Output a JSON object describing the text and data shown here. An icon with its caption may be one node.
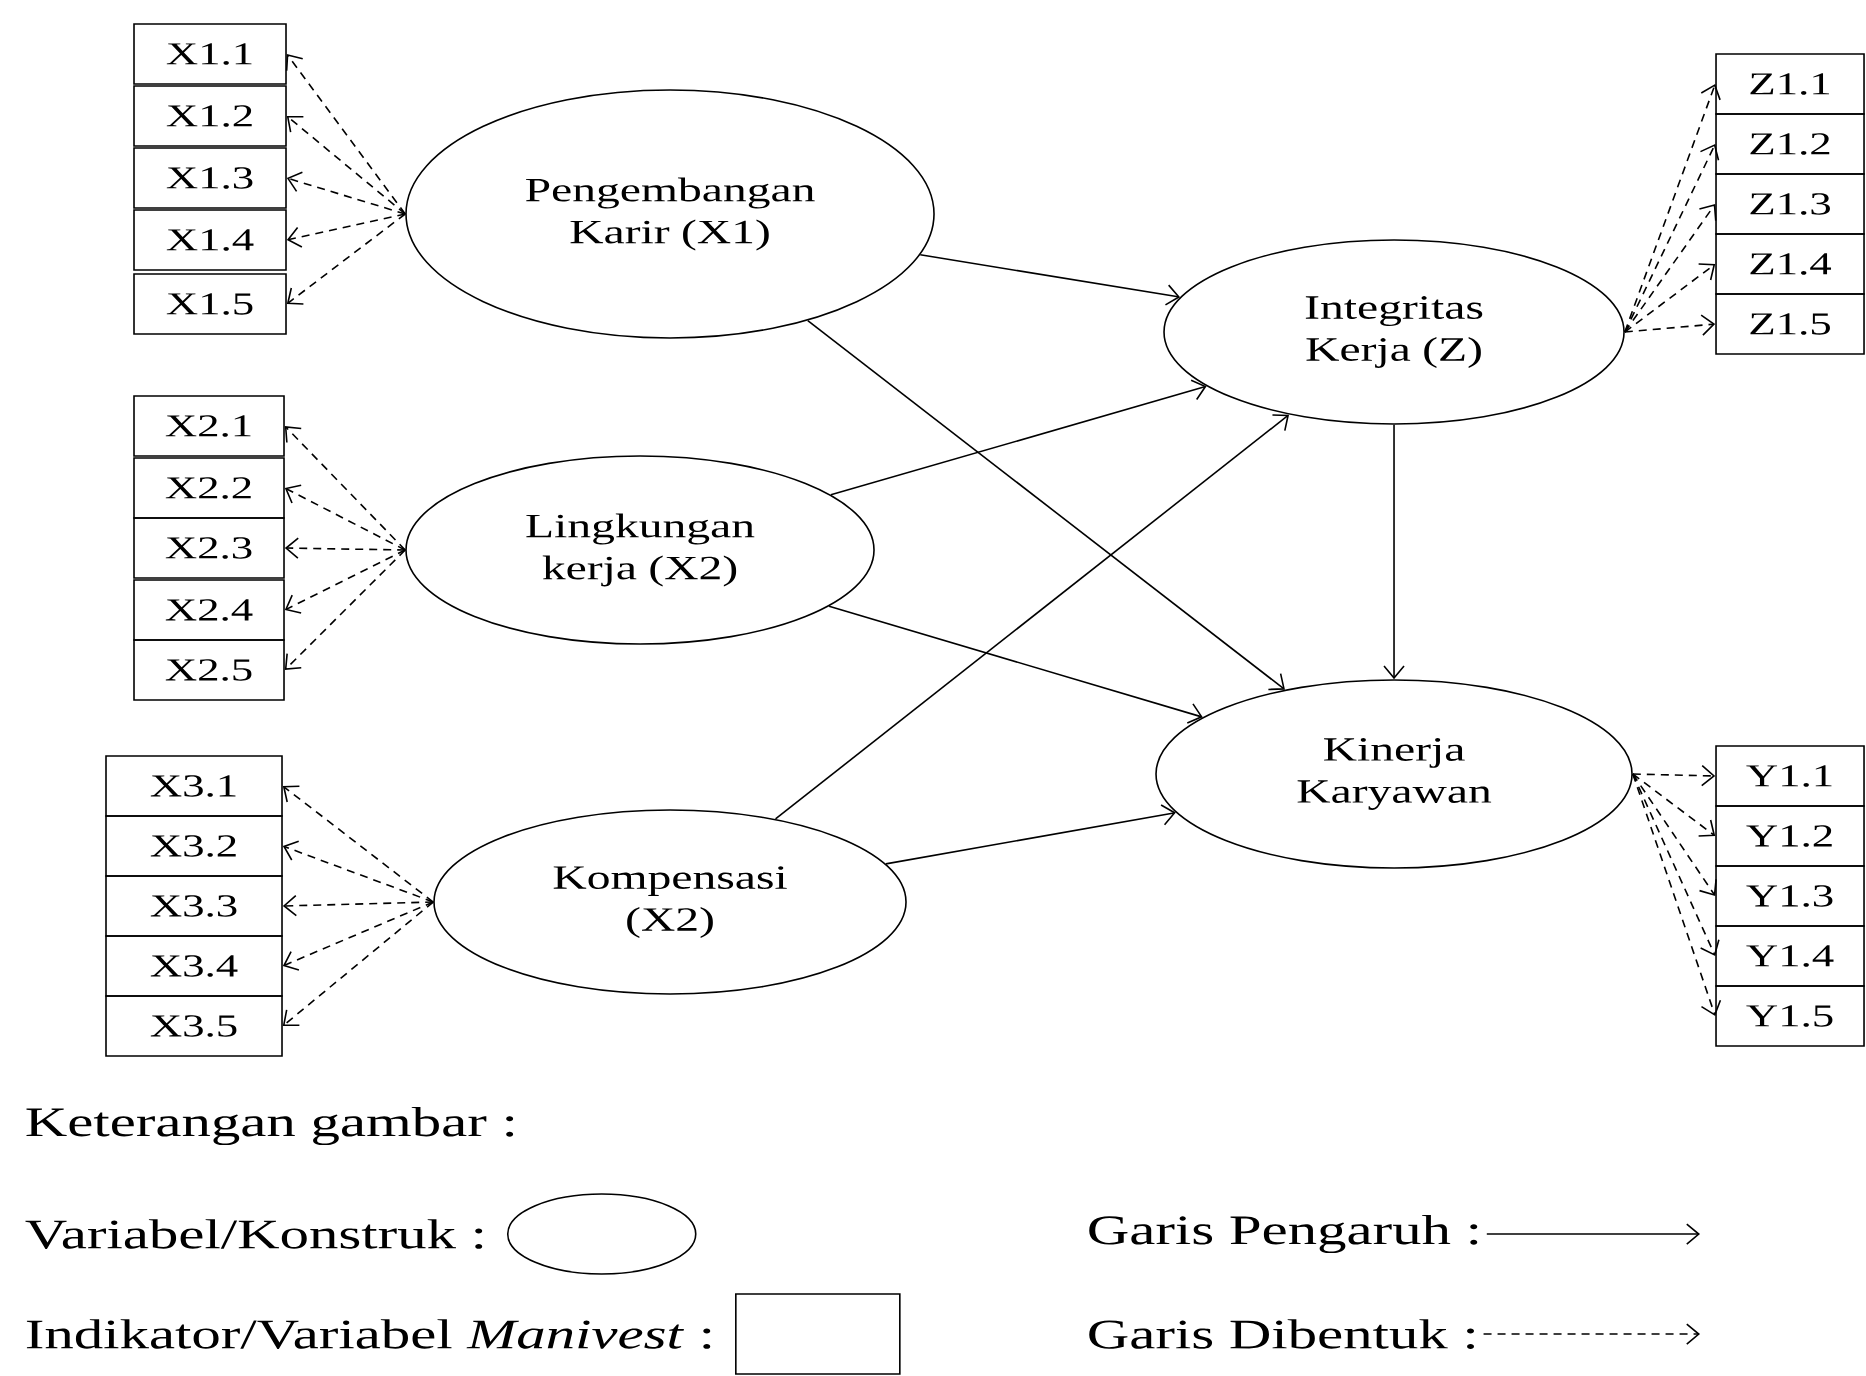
{
  "diagram": {
    "nodes": [
      {
        "text": [
          "Pengembangan Karir (X1)"
        ]
      },
      {
        "text": [
          "X1.1"
        ]
      },
      {
        "text": [
          "X1.2"
        ]
      },
      {
        "text": [
          "X1.3"
        ]
      },
      {
        "text": [
          "X1.4"
        ]
      },
      {
        "text": [
          "X1.5"
        ]
      },
      {
        "text": [
          "Lingkungan kerja (X2)"
        ]
      },
      {
        "text": [
          "X2.1"
        ]
      },
      {
        "text": [
          "X2.2"
        ]
      },
      {
        "text": [
          "X2.3"
        ]
      },
      {
        "text": [
          "X2.4"
        ]
      },
      {
        "text": [
          "X2.5"
        ]
      },
      {
        "text": [
          "Kompensasi (X2)"
        ]
      },
      {
        "text": [
          "X3.1"
        ]
      },
      {
        "text": [
          "X3.2"
        ]
      },
      {
        "text": [
          "X3.3"
        ]
      },
      {
        "text": [
          "X3.4"
        ]
      },
      {
        "text": [
          "X3.5"
        ]
      },
      {
        "text": [
          "Integritas Kerja (Z)"
        ]
      },
      {
        "text": [
          "Z1.1"
        ]
      },
      {
        "text": [
          "Z1.2"
        ]
      },
      {
        "text": [
          "Z1.3"
        ]
      },
      {
        "text": [
          "Z1.4"
        ]
      },
      {
        "text": [
          "Z1.5"
        ]
      },
      {
        "text": [
          "Kinerja Karyawan"
        ]
      },
      {
        "text": [
          "Y1.1"
        ]
      },
      {
        "text": [
          "Y1.2"
        ]
      },
      {
        "text": [
          "Y1.3"
        ]
      },
      {
        "text": [
          "Y1.4"
        ]
      },
      {
        "text": [
          "Y1.5"
        ]
      }
    ],
    "edges": [
      {
        "from": 0,
        "to": 1,
        "arrow": "to",
        "style": "dashed"
      },
      {
        "from": 0,
        "to": 2,
        "arrow": "to",
        "style": "dashed"
      },
      {
        "from": 0,
        "to": 3,
        "arrow": "to",
        "style": "dashed"
      },
      {
        "from": 0,
        "to": 4,
        "arrow": "to",
        "style": "dashed"
      },
      {
        "from": 0,
        "to": 5,
        "arrow": "to",
        "style": "dashed"
      },
      {
        "from": 6,
        "to": 7,
        "arrow": "to",
        "style": "dashed"
      },
      {
        "from": 6,
        "to": 8,
        "arrow": "to",
        "style": "dashed"
      },
      {
        "from": 6,
        "to": 9,
        "arrow": "to",
        "style": "dashed"
      },
      {
        "from": 6,
        "to": 10,
        "arrow": "to",
        "style": "dashed"
      },
      {
        "from": 6,
        "to": 11,
        "arrow": "to",
        "style": "dashed"
      },
      {
        "from": 12,
        "to": 13,
        "arrow": "to",
        "style": "dashed"
      },
      {
        "from": 12,
        "to": 14,
        "arrow": "to",
        "style": "dashed"
      },
      {
        "from": 12,
        "to": 15,
        "arrow": "to",
        "style": "dashed"
      },
      {
        "from": 12,
        "to": 16,
        "arrow": "to",
        "style": "dashed"
      },
      {
        "from": 12,
        "to": 17,
        "arrow": "to",
        "style": "dashed"
      },
      {
        "from": 18,
        "to": 19,
        "arrow": "to",
        "style": "dashed"
      },
      {
        "from": 18,
        "to": 20,
        "arrow": "to",
        "style": "dashed"
      },
      {
        "from": 18,
        "to": 21,
        "arrow": "to",
        "style": "dashed"
      },
      {
        "from": 18,
        "to": 22,
        "arrow": "to",
        "style": "dashed"
      },
      {
        "from": 18,
        "to": 23,
        "arrow": "to",
        "style": "dashed"
      },
      {
        "from": 24,
        "to": 25,
        "arrow": "to",
        "style": "dashed"
      },
      {
        "from": 24,
        "to": 26,
        "arrow": "to",
        "style": "dashed"
      },
      {
        "from": 24,
        "to": 27,
        "arrow": "to",
        "style": "dashed"
      },
      {
        "from": 24,
        "to": 28,
        "arrow": "to",
        "style": "dashed"
      },
      {
        "from": 24,
        "to": 29,
        "arrow": "to",
        "style": "dashed"
      },
      {
        "from": 0,
        "to": 18,
        "arrow": "to"
      },
      {
        "from": 0,
        "to": 24,
        "arrow": "to"
      },
      {
        "from": 6,
        "to": 18,
        "arrow": "to"
      },
      {
        "from": 6,
        "to": 24,
        "arrow": "to"
      },
      {
        "from": 12,
        "to": 18,
        "arrow": "to"
      },
      {
        "from": 12,
        "to": 24,
        "arrow": "to"
      },
      {
        "from": 18,
        "to": 24,
        "arrow": "to"
      }
    ],
    "labels": [
      "Keterangan gambar :"
    ],
    "legend": [
      {
        "text": "Variabel/Konstruk :"
      },
      {
        "text": "Indikator/Variabel *Manivest* :"
      },
      {
        "text": "Garis Pengaruh :"
      },
      {
        "text": "Garis Dibentuk :"
      }
    ]
  }
}
